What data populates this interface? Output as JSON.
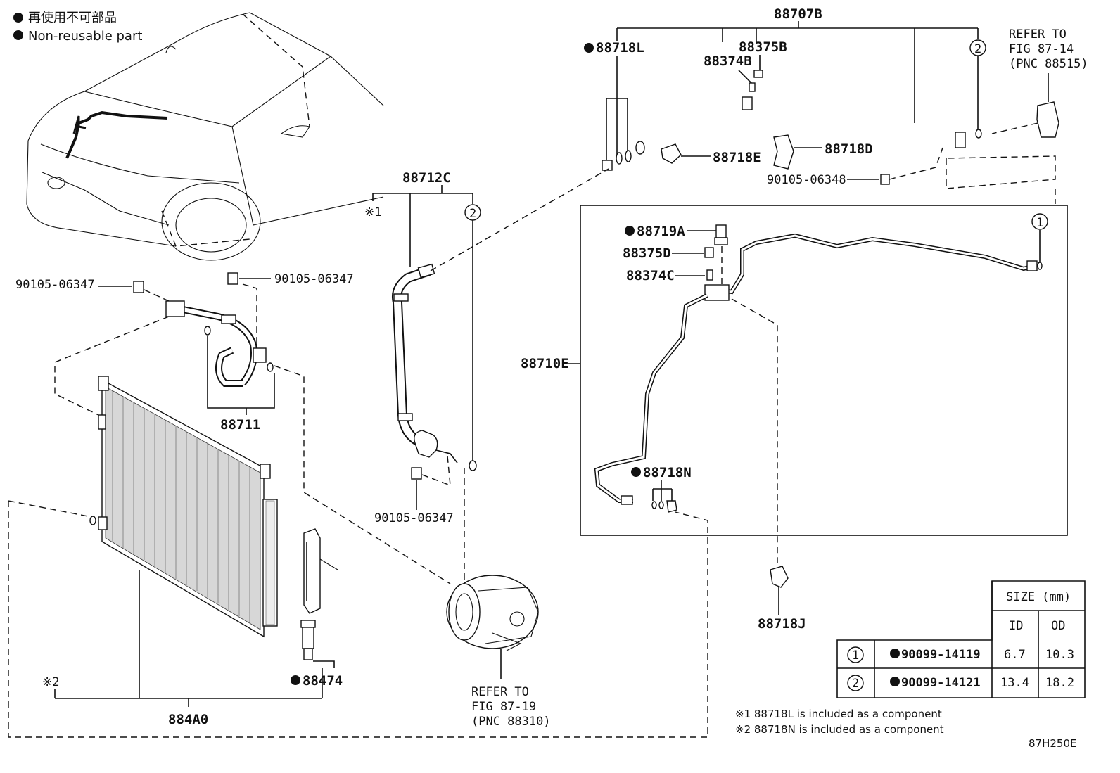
{
  "legend": {
    "jp": "再使用不可部品",
    "en": "Non-reusable part"
  },
  "parts": {
    "p88707B": "88707B",
    "p88375B": "88375B",
    "p88374B": "88374B",
    "p88718L": "88718L",
    "p88718E": "88718E",
    "p88718D": "88718D",
    "p9010506348": "90105-06348",
    "p88712C": "88712C",
    "p9010506347_a": "90105-06347",
    "p9010506347_b": "90105-06347",
    "p9010506347_c": "90105-06347",
    "p88711": "88711",
    "p88719A": "88719A",
    "p88375D": "88375D",
    "p88374C": "88374C",
    "p88710E": "88710E",
    "p88718N": "88718N",
    "p88718J": "88718J",
    "p88474": "88474",
    "p884A0": "884A0"
  },
  "refs": {
    "ref1": [
      "REFER TO",
      "FIG 87-14",
      "(PNC 88515)"
    ],
    "ref2": [
      "REFER TO",
      "FIG 87-19",
      "(PNC 88310)"
    ]
  },
  "marks": {
    "note1": "※1",
    "note2": "※2",
    "circle1": "1",
    "circle2": "2"
  },
  "size_table": {
    "header": "SIZE (mm)",
    "col_id": "ID",
    "col_od": "OD",
    "rows": [
      {
        "no": "1",
        "part": "90099-14119",
        "id": "6.7",
        "od": "10.3"
      },
      {
        "no": "2",
        "part": "90099-14121",
        "id": "13.4",
        "od": "18.2"
      }
    ]
  },
  "footnotes": [
    "※1 88718L is included as a component",
    "※2 88718N is included as a component"
  ],
  "figure_code": "87H250E"
}
